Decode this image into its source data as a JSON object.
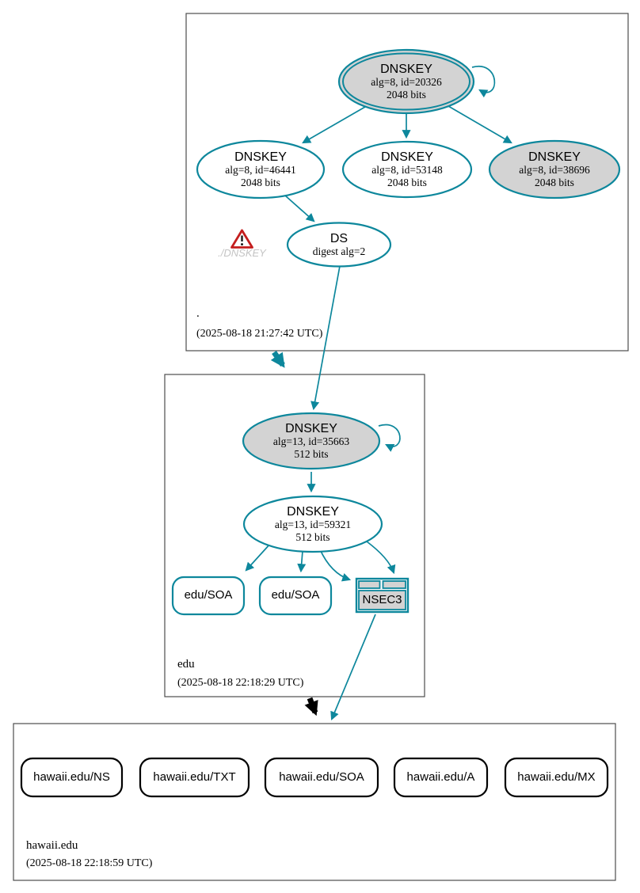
{
  "colors": {
    "edge_teal": "#0d879c",
    "node_fill_gray": "#d3d3d3",
    "node_fill_white": "#ffffff",
    "black": "#000000",
    "warning_red": "#c41e1e",
    "cluster_border": "#4d4d4d"
  },
  "zones": {
    "root": {
      "label": ".",
      "timestamp": "(2025-08-18 21:27:42 UTC)",
      "nodes": {
        "ksk": {
          "title": "DNSKEY",
          "alg": "alg=8, id=20326",
          "bits": "2048 bits"
        },
        "zsk1": {
          "title": "DNSKEY",
          "alg": "alg=8, id=46441",
          "bits": "2048 bits"
        },
        "zsk2": {
          "title": "DNSKEY",
          "alg": "alg=8, id=53148",
          "bits": "2048 bits"
        },
        "zsk3": {
          "title": "DNSKEY",
          "alg": "alg=8, id=38696",
          "bits": "2048 bits"
        },
        "ds": {
          "title": "DS",
          "detail": "digest alg=2"
        }
      },
      "warning": {
        "icon": "warning-triangle-icon",
        "label": "./DNSKEY"
      }
    },
    "edu": {
      "label": "edu",
      "timestamp": "(2025-08-18 22:18:29 UTC)",
      "nodes": {
        "ksk": {
          "title": "DNSKEY",
          "alg": "alg=13, id=35663",
          "bits": "512 bits"
        },
        "zsk": {
          "title": "DNSKEY",
          "alg": "alg=13, id=59321",
          "bits": "512 bits"
        },
        "soa1": {
          "label": "edu/SOA"
        },
        "soa2": {
          "label": "edu/SOA"
        },
        "nsec3": {
          "label": "NSEC3"
        }
      }
    },
    "hawaii": {
      "label": "hawaii.edu",
      "timestamp": "(2025-08-18 22:18:59 UTC)",
      "rrsets": [
        {
          "label": "hawaii.edu/NS"
        },
        {
          "label": "hawaii.edu/TXT"
        },
        {
          "label": "hawaii.edu/SOA"
        },
        {
          "label": "hawaii.edu/A"
        },
        {
          "label": "hawaii.edu/MX"
        }
      ]
    }
  }
}
